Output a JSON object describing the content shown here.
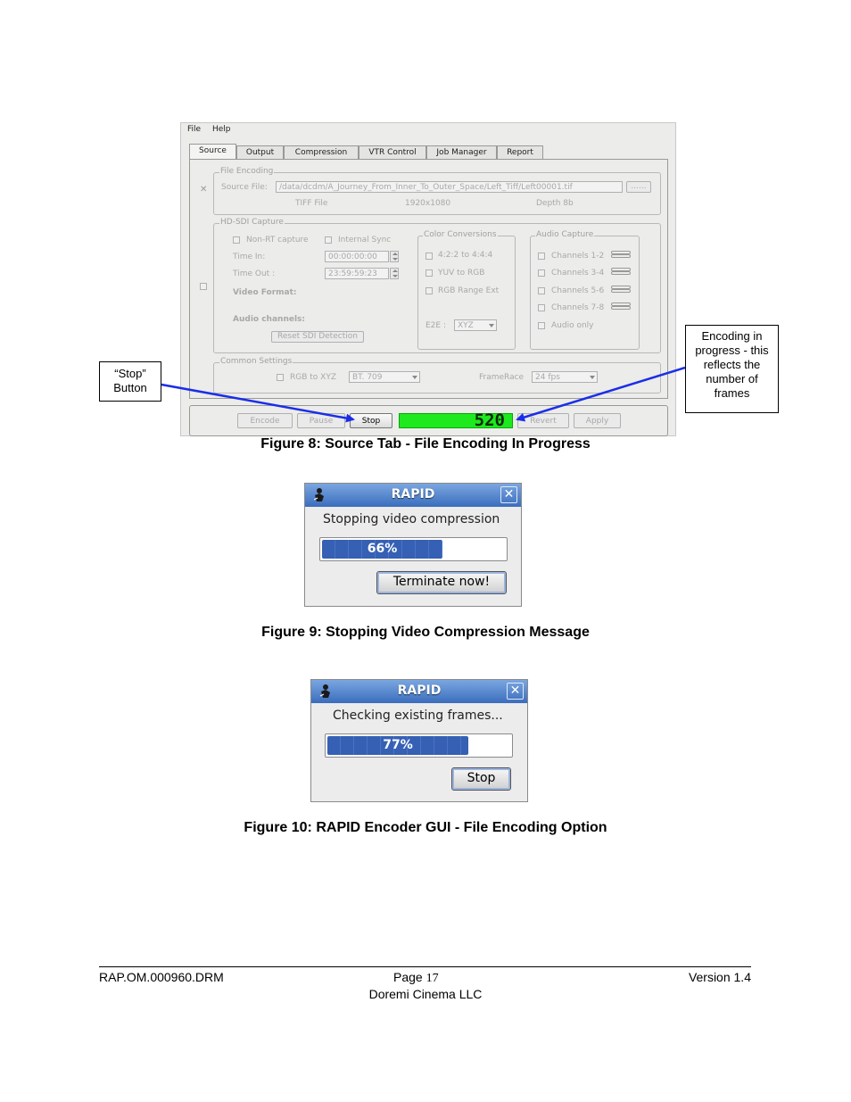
{
  "app": {
    "menu": [
      "File",
      "Help"
    ],
    "tabs": [
      "Source",
      "Output",
      "Compression",
      "VTR Control",
      "Job Manager",
      "Report"
    ],
    "file_encoding": {
      "title": "File Encoding",
      "source_file_label": "Source File:",
      "source_file_value": "/data/dcdm/A_Journey_From_Inner_To_Outer_Space/Left_Tiff/Left00001.tif",
      "browse_label": "......",
      "file_type": "TIFF File",
      "resolution": "1920x1080",
      "depth": "Depth 8b"
    },
    "hdsdi": {
      "title": "HD-SDI Capture",
      "non_rt_label": "Non-RT capture",
      "internal_sync_label": "Internal Sync",
      "time_in_label": "Time In:",
      "time_in_value": "00:00:00:00",
      "time_out_label": "Time Out :",
      "time_out_value": "23:59:59:23",
      "video_format_label": "Video Format:",
      "audio_channels_label": "Audio channels:",
      "reset_button": "Reset SDI Detection",
      "color_conv": {
        "title": "Color Conversions",
        "options": [
          "4:2:2 to 4:4:4",
          "YUV to RGB",
          "RGB Range Ext"
        ],
        "e2e_label": "E2E :",
        "e2e_value": "XYZ"
      },
      "audio_capture": {
        "title": "Audio Capture",
        "options": [
          "Channels 1-2",
          "Channels 3-4",
          "Channels 5-6",
          "Channels 7-8",
          "Audio only"
        ]
      }
    },
    "common": {
      "title": "Common Settings",
      "rgb_xyz_label": "RGB to XYZ",
      "rgb_xyz_value": "BT. 709",
      "framerate_label": "FrameRace",
      "framerate_value": "24 fps"
    },
    "bottom": {
      "encode": "Encode",
      "pause": "Pause",
      "stop": "Stop",
      "counter": "520",
      "revert": "Revert",
      "apply": "Apply"
    }
  },
  "callouts": {
    "stop": "“Stop” Button",
    "encoding": "Encoding in progress - this reflects the number of frames"
  },
  "captions": {
    "fig8": "Figure 8: Source Tab - File Encoding In Progress",
    "fig9": "Figure 9: Stopping Video Compression Message",
    "fig10": "Figure 10: RAPID Encoder GUI - File Encoding Option"
  },
  "dialog1": {
    "title": "RAPID",
    "message": "Stopping video compression",
    "progress": 66,
    "progress_label": "66%",
    "button": "Terminate now!"
  },
  "dialog2": {
    "title": "RAPID",
    "message": "Checking existing frames...",
    "progress": 77,
    "progress_label": "77%",
    "button": "Stop"
  },
  "footer": {
    "doc_id": "RAP.OM.000960.DRM",
    "page_label": "Page",
    "page_number": "17",
    "company": "Doremi Cinema LLC",
    "version": "Version 1.4"
  },
  "colors": {
    "counter_green": "#1ee81e",
    "arrow_blue": "#1a2ee8",
    "title_blue": "#3b6dbd"
  }
}
